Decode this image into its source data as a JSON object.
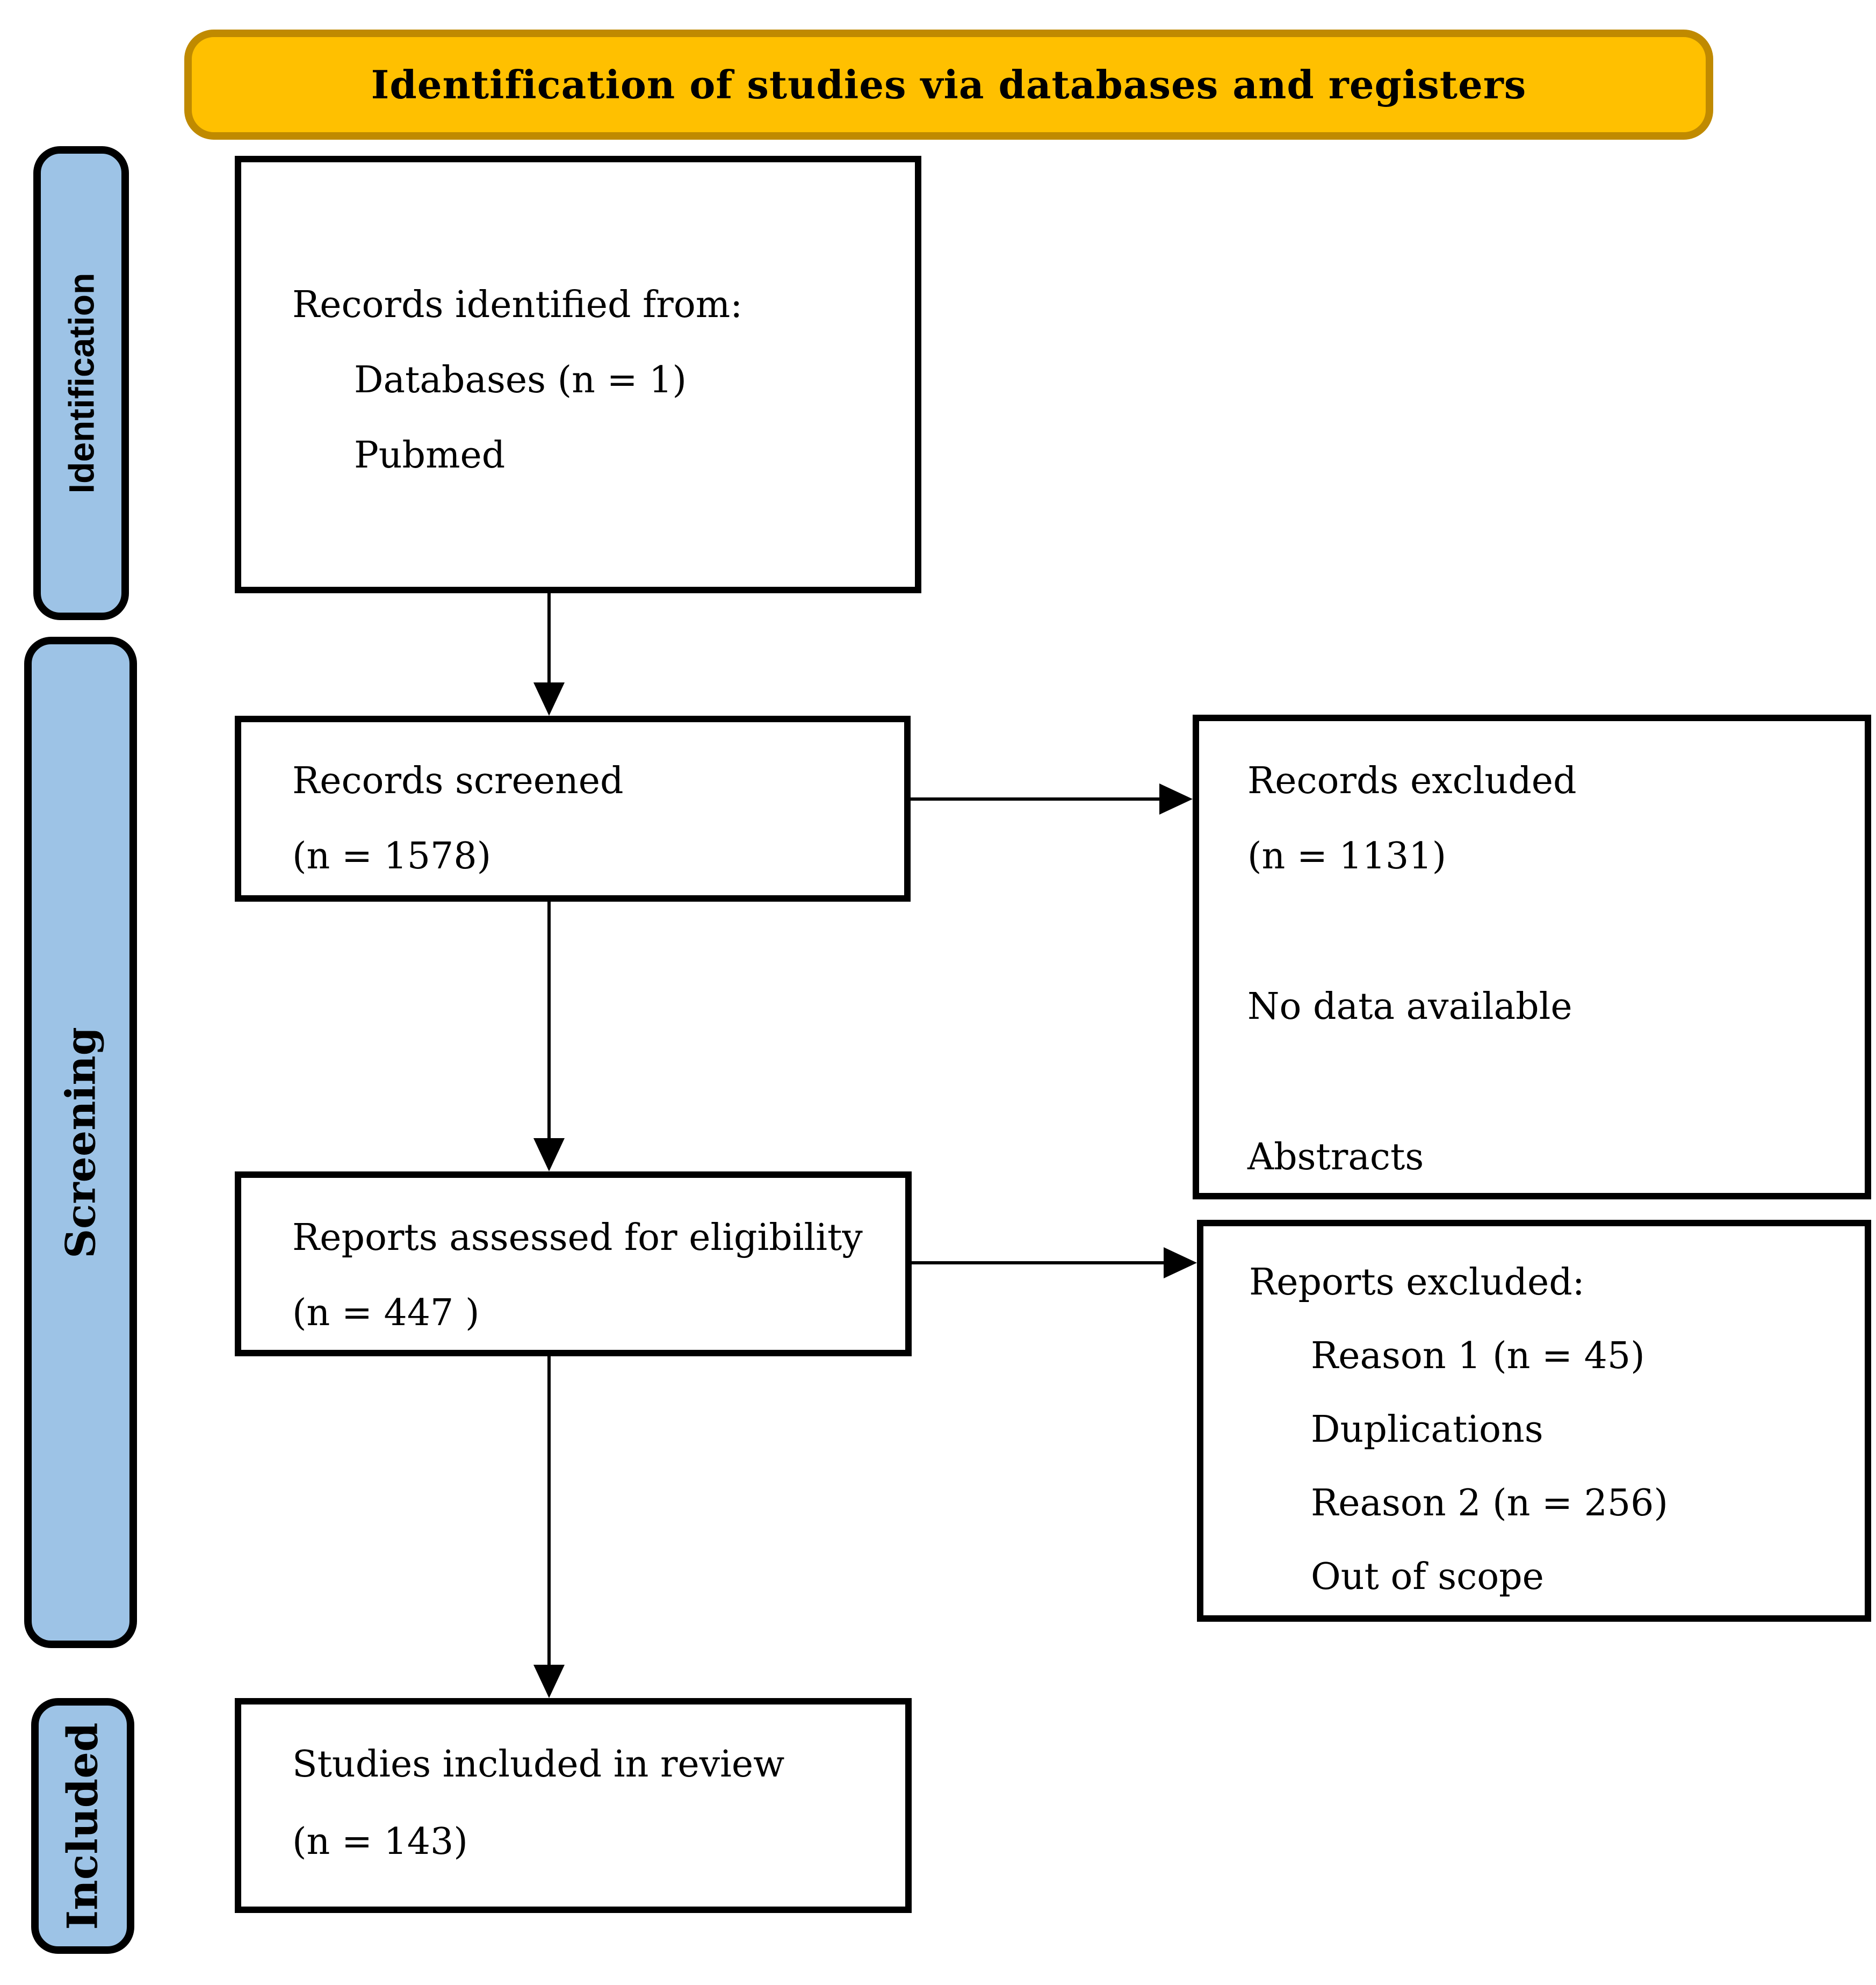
{
  "header": {
    "title": "Identification of studies via databases and registers"
  },
  "stages": [
    {
      "label": "Identification"
    },
    {
      "label": "Screening"
    },
    {
      "label": "Included"
    }
  ],
  "boxes": {
    "records_identified": {
      "title": "Records identified from:",
      "items": [
        "Databases (n = 1)",
        "Pubmed"
      ]
    },
    "records_screened": {
      "line1": "Records screened",
      "line2": "(n = 1578)"
    },
    "records_excluded": {
      "line1": "Records excluded",
      "line2": "(n = 1131)",
      "line3": "No data available",
      "line4": "Abstracts"
    },
    "reports_assessed": {
      "line1": "Reports assessed for eligibility",
      "line2": "(n = 447 )"
    },
    "reports_excluded": {
      "title": "Reports excluded:",
      "items": [
        "Reason 1 (n = 45)",
        "Duplications",
        "Reason 2 (n = 256)",
        "Out of scope"
      ]
    },
    "studies_included": {
      "line1": "Studies included in review",
      "line2": "(n = 143)"
    }
  },
  "colors": {
    "banner_fill": "#FFC000",
    "banner_border": "#C08A00",
    "stage_fill": "#9DC3E6",
    "stage_border": "#000000",
    "box_border": "#000000",
    "connector": "#000000",
    "text": "#000000"
  }
}
